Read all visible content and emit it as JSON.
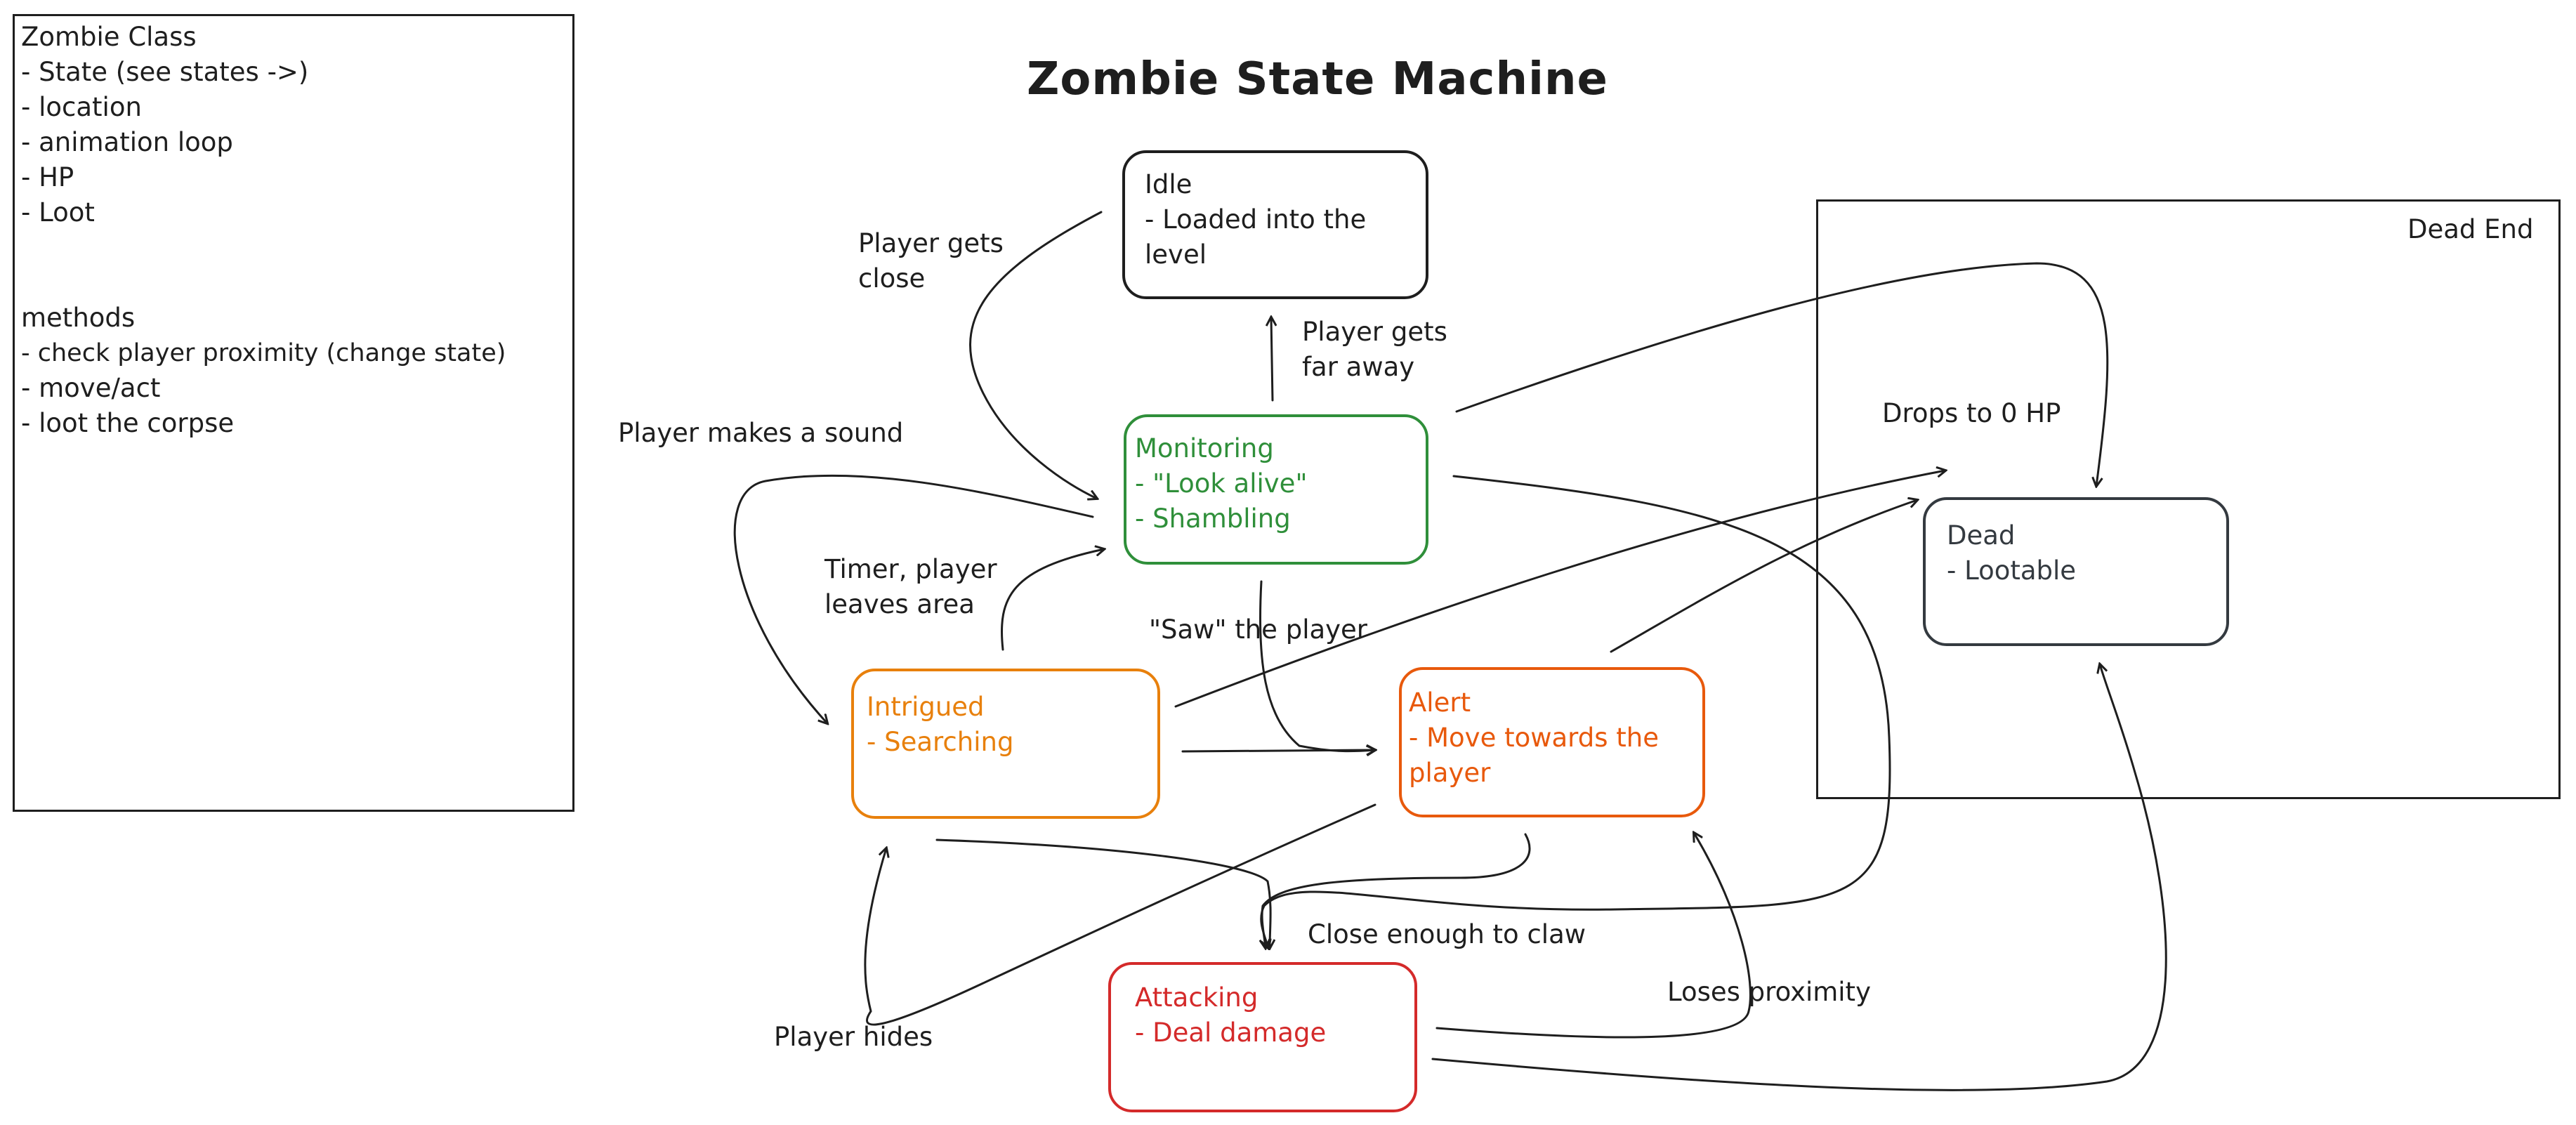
{
  "title": "Zombie State Machine",
  "class_note": {
    "heading": "Zombie Class",
    "fields": [
      "- State (see states ->)",
      "- location",
      "- animation loop",
      "- HP",
      "- Loot"
    ],
    "methods_heading": "methods",
    "methods": [
      "- check player proximity (change state)",
      "- move/act",
      "- loot the corpse"
    ]
  },
  "dead_end_frame": {
    "label": "Dead End"
  },
  "states": {
    "idle": {
      "title": "Idle",
      "lines": [
        "- Loaded into the",
        "level"
      ],
      "color": "#1e1e1e"
    },
    "monitoring": {
      "title": "Monitoring",
      "lines": [
        "- \"Look alive\"",
        "- Shambling"
      ],
      "color": "#2f8f3a"
    },
    "intrigued": {
      "title": "Intrigued",
      "lines": [
        "- Searching"
      ],
      "color": "#e8800c"
    },
    "alert": {
      "title": "Alert",
      "lines": [
        "- Move towards the",
        "player"
      ],
      "color": "#e8590c"
    },
    "attacking": {
      "title": "Attacking",
      "lines": [
        "- Deal damage"
      ],
      "color": "#d42a2a"
    },
    "dead": {
      "title": "Dead",
      "lines": [
        "- Lootable"
      ],
      "color": "#343a40"
    }
  },
  "transitions": {
    "player_gets_close": "Player gets\nclose",
    "player_gets_far_away": "Player gets\nfar away",
    "player_makes_sound": "Player makes a sound",
    "timer_player_leaves": "Timer, player\nleaves area",
    "saw_the_player": "\"Saw\" the player",
    "drops_to_0_hp": "Drops to 0 HP",
    "close_enough_to_claw": "Close enough to claw",
    "loses_proximity": "Loses proximity",
    "player_hides": "Player hides"
  }
}
